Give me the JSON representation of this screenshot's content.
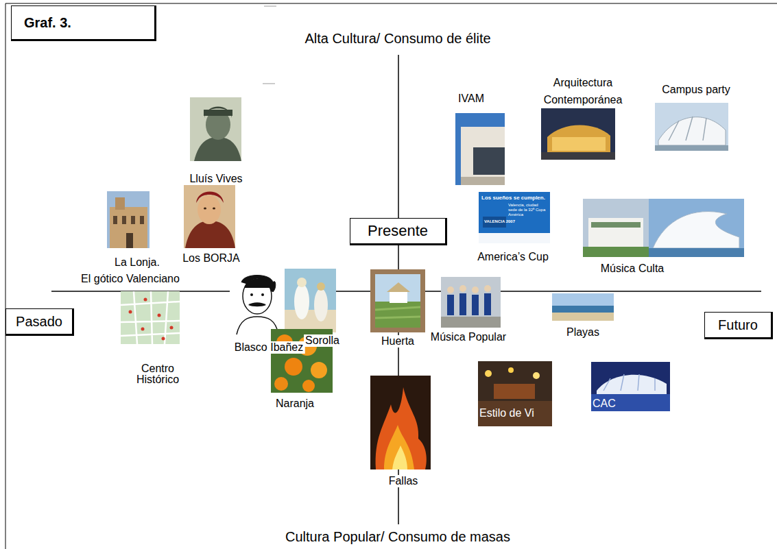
{
  "diagram": {
    "nodes": [
      {
        "text": [
          "Graf. 3."
        ]
      },
      {
        "text": [
          "Presente"
        ]
      },
      {
        "text": [
          "Pasado"
        ]
      },
      {
        "text": [
          "Futuro"
        ]
      }
    ],
    "labels": [
      "Alta Cultura/ Consumo de élite",
      "Cultura Popular/ Consumo de masas",
      "Lluís Vives",
      "La Lonja.",
      "El gótico Valenciano",
      "Los BORJA",
      "IVAM",
      "Arquitectura Contemporánea",
      "Campus party",
      "Los sueños se cumplen.",
      "Valencia, ciudad sede de la 32ª Copa América",
      "VALENCIA 2007",
      "America’s Cup",
      "Música Culta",
      "Centro Histórico",
      "Blasco Ibañez",
      "Sorolla",
      "Huerta",
      "Música Popular",
      "Playas",
      "Naranja",
      "Estilo de Vi",
      "CAC",
      "Fallas"
    ]
  }
}
